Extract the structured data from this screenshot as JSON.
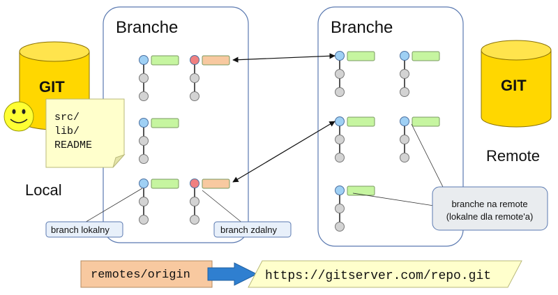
{
  "local_repo": {
    "db_label": "GIT",
    "side_label": "Local",
    "files": [
      "src/",
      "lib/",
      "README"
    ]
  },
  "remote_repo": {
    "db_label": "GIT",
    "side_label": "Remote"
  },
  "panels": {
    "local_title": "Branche",
    "remote_title": "Branche"
  },
  "callouts": {
    "local_branch": "branch lokalny",
    "remote_tracking_branch": "branch zdalny",
    "remote_branch_line1": "branche na remote",
    "remote_branch_line2": "(lokalne dla remote'a)"
  },
  "remote_mapping": {
    "name": "remotes/origin",
    "url": "https://gitserver.com/repo.git"
  },
  "colors": {
    "commit_local": "#9fd0f4",
    "commit_remote_tracking": "#f08080",
    "commit_parent": "#d3d3d3",
    "branch_label_green": "#c6f5a0",
    "branch_label_orange": "#f8c9a0",
    "database": "#ffd700",
    "note": "#ffffcc",
    "arrow": "#2f7fd0"
  }
}
